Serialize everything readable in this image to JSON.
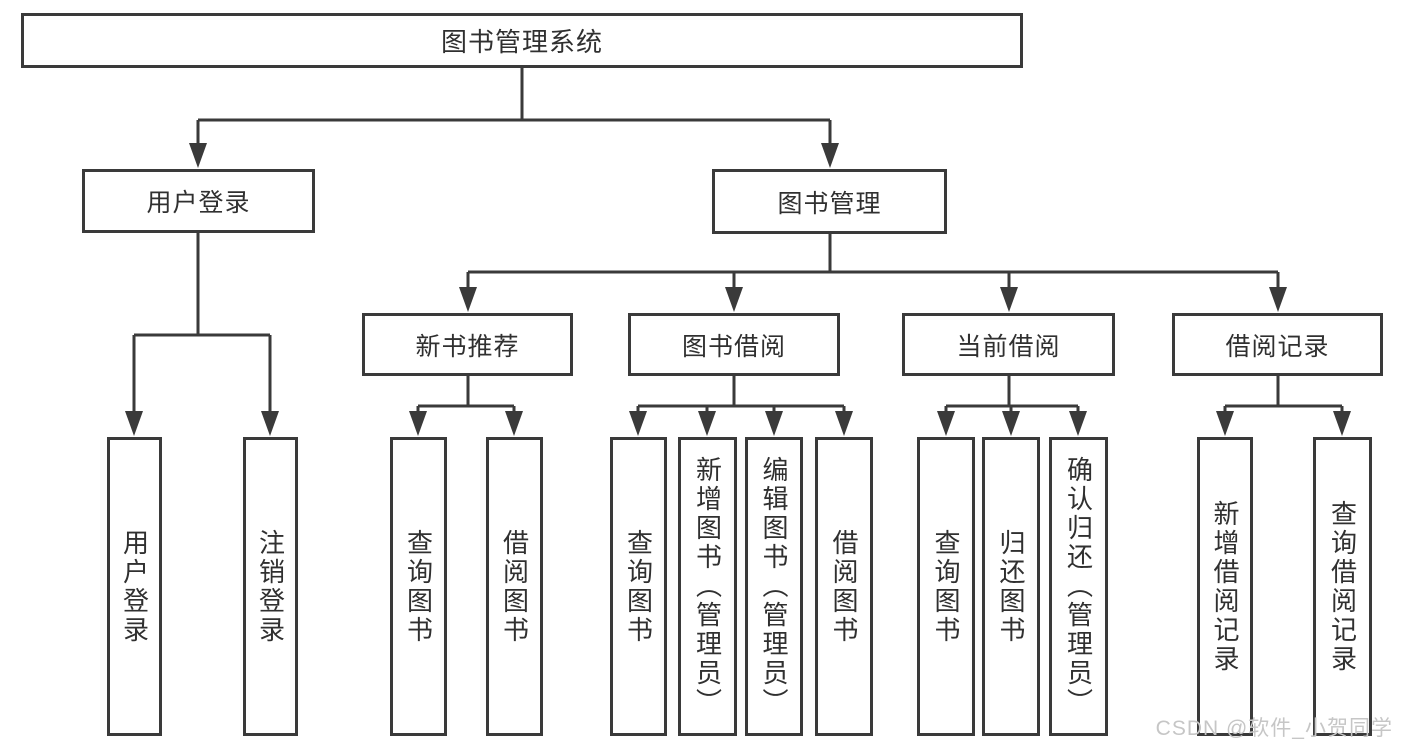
{
  "diagram": {
    "type": "tree-structure-diagram",
    "colors": {
      "line": "#3a3a3a",
      "text": "#303030",
      "background": "#ffffff",
      "watermark": "#c6c6c6"
    },
    "tree": {
      "root": {
        "label": "图书管理系统"
      },
      "children": [
        {
          "label": "用户登录",
          "children": [
            {
              "label": "用户登录"
            },
            {
              "label": "注销登录"
            }
          ]
        },
        {
          "label": "图书管理",
          "children": [
            {
              "label": "新书推荐",
              "children": [
                {
                  "label": "查询图书"
                },
                {
                  "label": "借阅图书"
                }
              ]
            },
            {
              "label": "图书借阅",
              "children": [
                {
                  "label": "查询图书"
                },
                {
                  "label": "新增图书（管理员）"
                },
                {
                  "label": "编辑图书（管理员）"
                },
                {
                  "label": "借阅图书"
                }
              ]
            },
            {
              "label": "当前借阅",
              "children": [
                {
                  "label": "查询图书"
                },
                {
                  "label": "归还图书"
                },
                {
                  "label": "确认归还（管理员）"
                }
              ]
            },
            {
              "label": "借阅记录",
              "children": [
                {
                  "label": "新增借阅记录"
                },
                {
                  "label": "查询借阅记录"
                }
              ]
            }
          ]
        }
      ]
    },
    "watermark": {
      "text": "CSDN @软件_小贺同学"
    }
  }
}
